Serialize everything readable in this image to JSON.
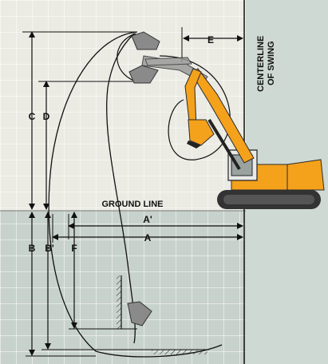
{
  "labels": {
    "e": "E",
    "centerline_1": "CENTERLINE",
    "centerline_2": "OF SWING",
    "c": "C",
    "d": "D",
    "b": "B",
    "b_prime": "B'",
    "f": "F",
    "a": "A",
    "a_prime": "A'",
    "ground_line": "GROUND LINE"
  },
  "colors": {
    "above_ground": "#ebebe4",
    "below_ground": "#c8d2cc",
    "right_band": "#cfd9d3",
    "grid": "#ffffff",
    "machine_yellow": "#f4a11c",
    "machine_dark": "#2b2b2b",
    "track": "#333333",
    "line": "#111111"
  },
  "icons": {
    "machine": "hydraulic-excavator-icon",
    "bucket": "bucket-icon"
  }
}
